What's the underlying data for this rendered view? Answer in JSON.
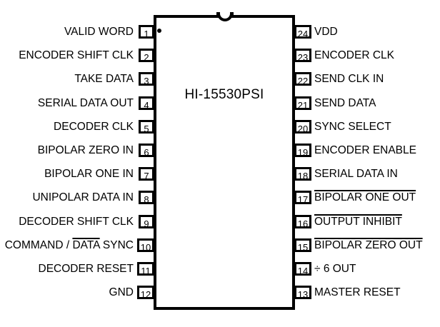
{
  "diagram": {
    "type": "ic-pinout",
    "package": "24-pin DIP",
    "part_label": "HI-15530PSI",
    "orientation": "vertical",
    "pin_one_marker": "dot",
    "notch": "top-center",
    "colors": {
      "background": "#ffffff",
      "outline": "#000000",
      "text": "#000000"
    }
  },
  "pins": {
    "left": [
      {
        "number": "1",
        "label": "VALID WORD",
        "overline": ""
      },
      {
        "number": "2",
        "label": "ENCODER SHIFT CLK",
        "overline": ""
      },
      {
        "number": "3",
        "label": "TAKE DATA",
        "overline": ""
      },
      {
        "number": "4",
        "label": "SERIAL DATA OUT",
        "overline": ""
      },
      {
        "number": "5",
        "label": "DECODER CLK",
        "overline": ""
      },
      {
        "number": "6",
        "label": "BIPOLAR ZERO IN",
        "overline": ""
      },
      {
        "number": "7",
        "label": "BIPOLAR ONE IN",
        "overline": ""
      },
      {
        "number": "8",
        "label": "UNIPOLAR DATA IN",
        "overline": ""
      },
      {
        "number": "9",
        "label": "DECODER SHIFT CLK",
        "overline": ""
      },
      {
        "number": "10",
        "label": "COMMAND / DATA SYNC",
        "overline": "partial",
        "pre": "COMMAND / ",
        "bar": "DATA",
        "post": " SYNC"
      },
      {
        "number": "11",
        "label": "DECODER RESET",
        "overline": ""
      },
      {
        "number": "12",
        "label": "GND",
        "overline": ""
      }
    ],
    "right": [
      {
        "number": "24",
        "label": "VDD",
        "overline": ""
      },
      {
        "number": "23",
        "label": "ENCODER CLK",
        "overline": ""
      },
      {
        "number": "22",
        "label": "SEND CLK IN",
        "overline": ""
      },
      {
        "number": "21",
        "label": "SEND DATA",
        "overline": ""
      },
      {
        "number": "20",
        "label": "SYNC SELECT",
        "overline": ""
      },
      {
        "number": "19",
        "label": "ENCODER ENABLE",
        "overline": ""
      },
      {
        "number": "18",
        "label": "SERIAL DATA IN",
        "overline": ""
      },
      {
        "number": "17",
        "label": "BIPOLAR ONE OUT",
        "overline": "full"
      },
      {
        "number": "16",
        "label": "OUTPUT INHIBIT",
        "overline": "full"
      },
      {
        "number": "15",
        "label": "BIPOLAR ZERO OUT",
        "overline": "full"
      },
      {
        "number": "14",
        "label": "÷ 6 OUT",
        "overline": ""
      },
      {
        "number": "13",
        "label": "MASTER RESET",
        "overline": ""
      }
    ]
  }
}
